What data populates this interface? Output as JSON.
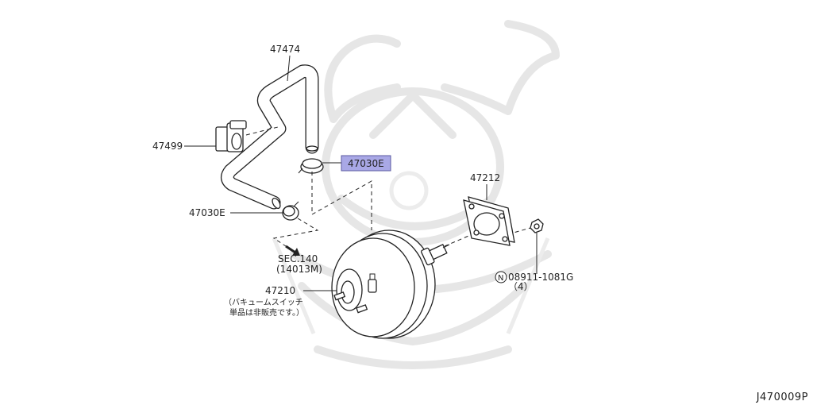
{
  "labels": {
    "hose": "47474",
    "hose_clamp_support": "47499",
    "clamp_upper": "47030E",
    "clamp_lower": "47030E",
    "gasket": "47212",
    "booster": "47210",
    "booster_note_line1": "（バキュームスイッチ",
    "booster_note_line2": "単品は非販売です。）",
    "sec_ref_line1": "SEC.140",
    "sec_ref_line2": "(14013M)",
    "nut_symbol": "N",
    "nut_part": "08911-1081G",
    "nut_qty": "（4）"
  },
  "footer": {
    "code": "J470009P"
  },
  "colors": {
    "highlight_fill": "#a9a8e6",
    "highlight_stroke": "#5a5aa0",
    "line": "#222222",
    "watermark": "#e6e6e6"
  },
  "icons": {
    "watermark": "kabuto-helmet-watermark-icon",
    "direction": "arrow-icon"
  }
}
